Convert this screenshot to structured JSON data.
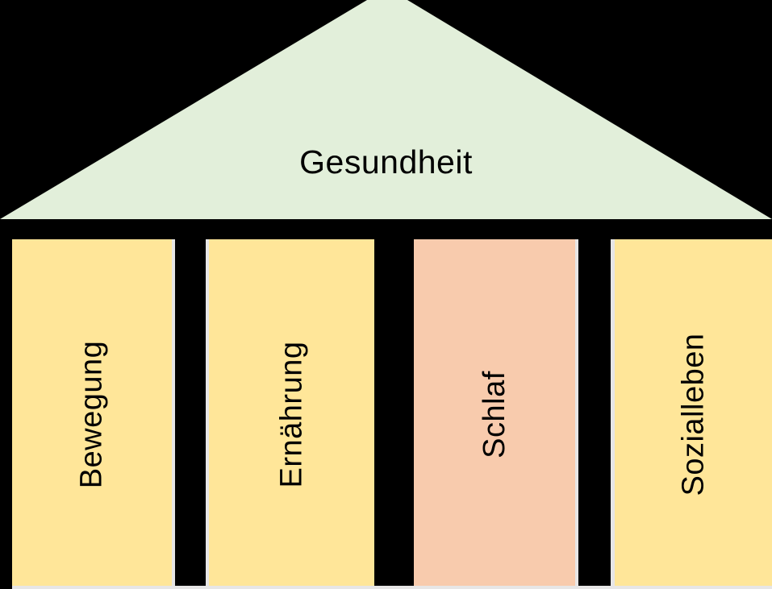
{
  "background_color": "#000000",
  "edge_color": "#e7e6e6",
  "text_color": "#000000",
  "roof": {
    "label": "Gesundheit",
    "color": "#e2efda"
  },
  "beam": {
    "color": "#000000"
  },
  "pillars": [
    {
      "label": "Bewegung",
      "color": "#ffe699"
    },
    {
      "label": "Ernährung",
      "color": "#ffe699"
    },
    {
      "label": "Schlaf",
      "color": "#f8cbad"
    },
    {
      "label": "Sozialleben",
      "color": "#ffe699"
    }
  ]
}
